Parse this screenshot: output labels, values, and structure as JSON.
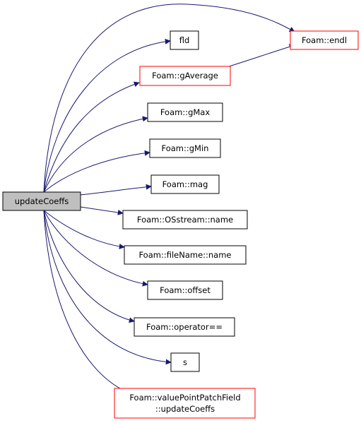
{
  "graph": {
    "root": {
      "id": "root",
      "label": "updateCoeffs"
    },
    "nodes": [
      {
        "id": "endl",
        "label": "Foam::endl",
        "border": "red"
      },
      {
        "id": "fld",
        "label": "fld",
        "border": "black"
      },
      {
        "id": "gAverage",
        "label": "Foam::gAverage",
        "border": "red"
      },
      {
        "id": "gMax",
        "label": "Foam::gMax",
        "border": "black"
      },
      {
        "id": "gMin",
        "label": "Foam::gMin",
        "border": "black"
      },
      {
        "id": "mag",
        "label": "Foam::mag",
        "border": "black"
      },
      {
        "id": "osname",
        "label": "Foam::OSstream::name",
        "border": "black"
      },
      {
        "id": "fnname",
        "label": "Foam::fileName::name",
        "border": "black"
      },
      {
        "id": "offset",
        "label": "Foam::offset",
        "border": "black"
      },
      {
        "id": "opeq",
        "label": "Foam::operator==",
        "border": "black"
      },
      {
        "id": "s",
        "label": "s",
        "border": "black"
      },
      {
        "id": "vppf",
        "label": "Foam::valuePointPatchField\n::updateCoeffs",
        "border": "red"
      }
    ],
    "edges": [
      {
        "from": "root",
        "to": "endl"
      },
      {
        "from": "root",
        "to": "fld"
      },
      {
        "from": "root",
        "to": "gAverage"
      },
      {
        "from": "gAverage",
        "to": "endl"
      },
      {
        "from": "root",
        "to": "gMax"
      },
      {
        "from": "root",
        "to": "gMin"
      },
      {
        "from": "root",
        "to": "mag"
      },
      {
        "from": "root",
        "to": "osname"
      },
      {
        "from": "root",
        "to": "fnname"
      },
      {
        "from": "root",
        "to": "offset"
      },
      {
        "from": "root",
        "to": "opeq"
      },
      {
        "from": "root",
        "to": "s"
      },
      {
        "from": "root",
        "to": "vppf"
      }
    ],
    "colors": {
      "root_fill": "#bfbfbf",
      "node_fill": "#ffffff",
      "black_border": "#000000",
      "red_border": "#ff0000",
      "edge": "#191970"
    }
  }
}
